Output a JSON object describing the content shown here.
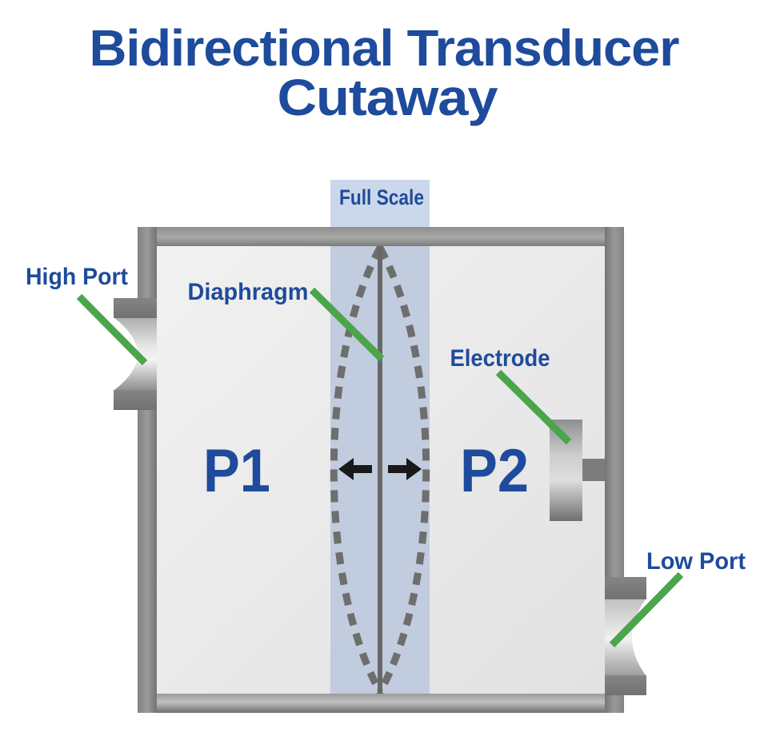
{
  "title": {
    "line1": "Bidirectional Transducer",
    "line2": "Cutaway"
  },
  "labels": {
    "full_scale": "Full Scale",
    "high_port": "High Port",
    "diaphragm": "Diaphragm",
    "electrode": "Electrode",
    "low_port": "Low Port",
    "chamber1": "P1",
    "chamber2": "P2"
  },
  "colors": {
    "label_blue": "#1E4B9B",
    "leader_green": "#4AA54B",
    "band_outer": "#CBD8EB",
    "band_inner": "#C1CCDE",
    "dash_gray": "#6E6E6E",
    "centerline_gray": "#686868",
    "arrow_black": "#1A1A1A"
  }
}
